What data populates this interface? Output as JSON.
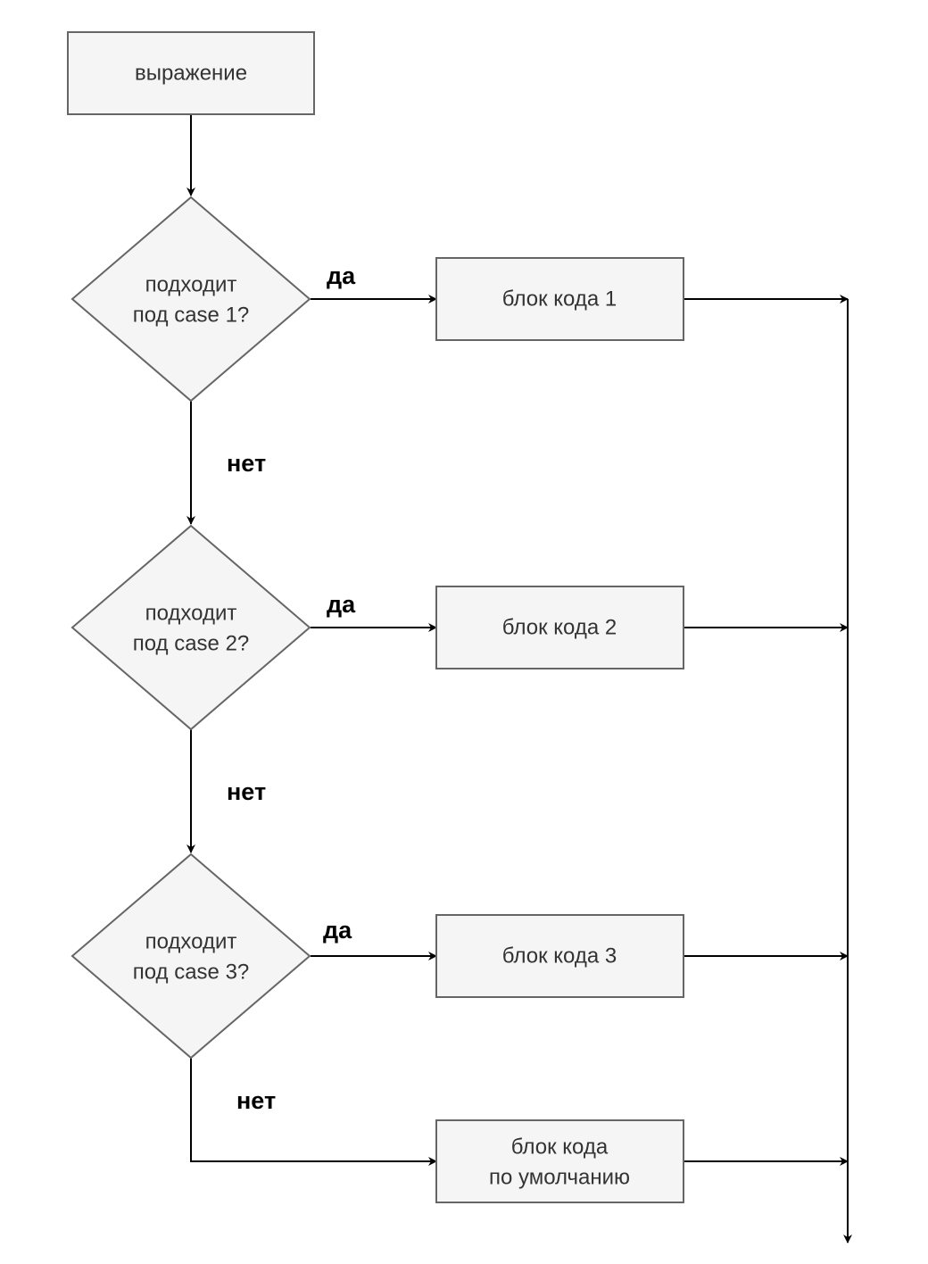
{
  "diagram": {
    "start": {
      "label": "выражение"
    },
    "decisions": [
      {
        "lines": [
          "подходит",
          "под case 1?"
        ]
      },
      {
        "lines": [
          "подходит",
          "под case 2?"
        ]
      },
      {
        "lines": [
          "подходит",
          "под case 3?"
        ]
      }
    ],
    "blocks": [
      {
        "lines": [
          "блок кода 1"
        ]
      },
      {
        "lines": [
          "блок кода 2"
        ]
      },
      {
        "lines": [
          "блок кода 3"
        ]
      },
      {
        "lines": [
          "блок кода",
          "по умолчанию"
        ]
      }
    ],
    "labels": {
      "yes": "да",
      "no": "нет"
    },
    "colors": {
      "node_fill": "#f5f5f5",
      "node_stroke": "#666666",
      "node_text": "#333333",
      "edge": "#000000"
    }
  }
}
